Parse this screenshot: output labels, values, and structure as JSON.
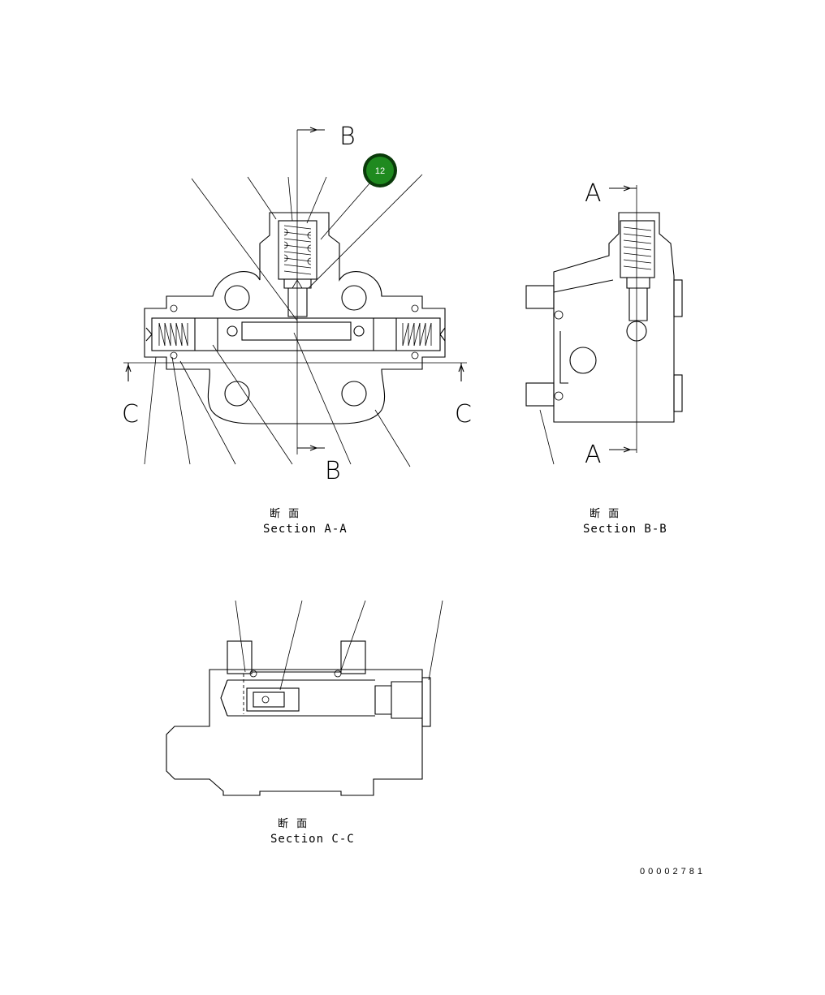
{
  "markers": {
    "section_a": "A",
    "section_b": "B",
    "section_c": "C"
  },
  "callout": {
    "label": "12",
    "color": "#1f8a1f",
    "ring": "#0a3a0a"
  },
  "captions": {
    "aa_jp": "断 面",
    "aa_en": "Section A-A",
    "bb_jp": "断 面",
    "bb_en": "Section B-B",
    "cc_jp": "断 面",
    "cc_en": "Section C-C"
  },
  "drawing_number": "00002781"
}
